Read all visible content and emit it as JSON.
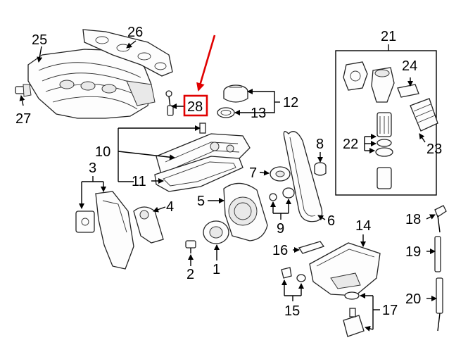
{
  "diagram": {
    "callouts": {
      "p1": "1",
      "p2": "2",
      "p3": "3",
      "p4": "4",
      "p5": "5",
      "p6": "6",
      "p7": "7",
      "p8": "8",
      "p9": "9",
      "p10": "10",
      "p11": "11",
      "p12": "12",
      "p13": "13",
      "p14": "14",
      "p15": "15",
      "p16": "16",
      "p17": "17",
      "p18": "18",
      "p19": "19",
      "p20": "20",
      "p21": "21",
      "p22": "22",
      "p23": "23",
      "p24": "24",
      "p25": "25",
      "p26": "26",
      "p27": "27",
      "p28": "28"
    },
    "highlight": {
      "part": "28",
      "color": "#e00000"
    }
  }
}
